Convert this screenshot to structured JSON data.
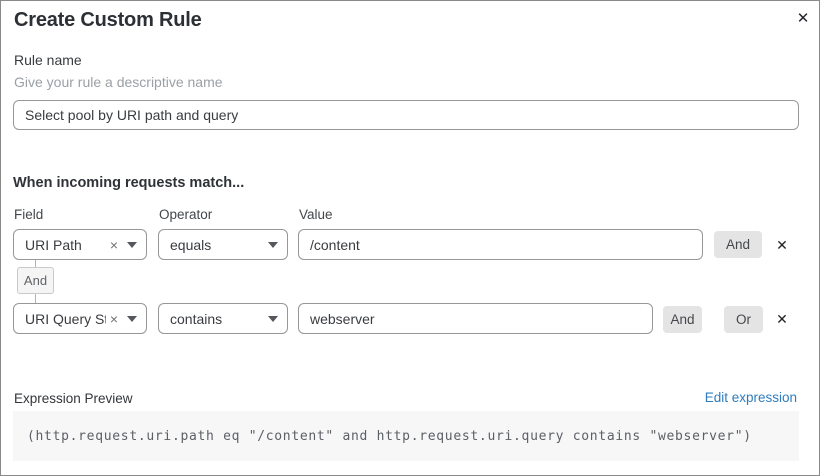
{
  "dialog": {
    "title": "Create Custom Rule",
    "close_icon": "✕"
  },
  "rule_name": {
    "label": "Rule name",
    "hint": "Give your rule a descriptive name",
    "value": "Select pool by URI path and query"
  },
  "match_section": {
    "heading": "When incoming requests match...",
    "columns": {
      "field": "Field",
      "operator": "Operator",
      "value": "Value"
    },
    "rows": [
      {
        "field": "URI Path",
        "operator": "equals",
        "value": "/content",
        "and_label": "And",
        "remove_icon": "✕",
        "clear_icon": "×"
      },
      {
        "field": "URI Query St...",
        "operator": "contains",
        "value": "webserver",
        "and_label": "And",
        "or_label": "Or",
        "remove_icon": "✕",
        "clear_icon": "×"
      }
    ],
    "connector_label": "And"
  },
  "expression_preview": {
    "label": "Expression Preview",
    "edit_link": "Edit expression",
    "expression": "(http.request.uri.path eq \"/content\" and http.request.uri.query contains \"webserver\")"
  },
  "colors": {
    "link": "#2f7cbf",
    "button_bg": "#e4e4e4",
    "code_bg": "#f7f7f8",
    "input_border": "#979797"
  }
}
